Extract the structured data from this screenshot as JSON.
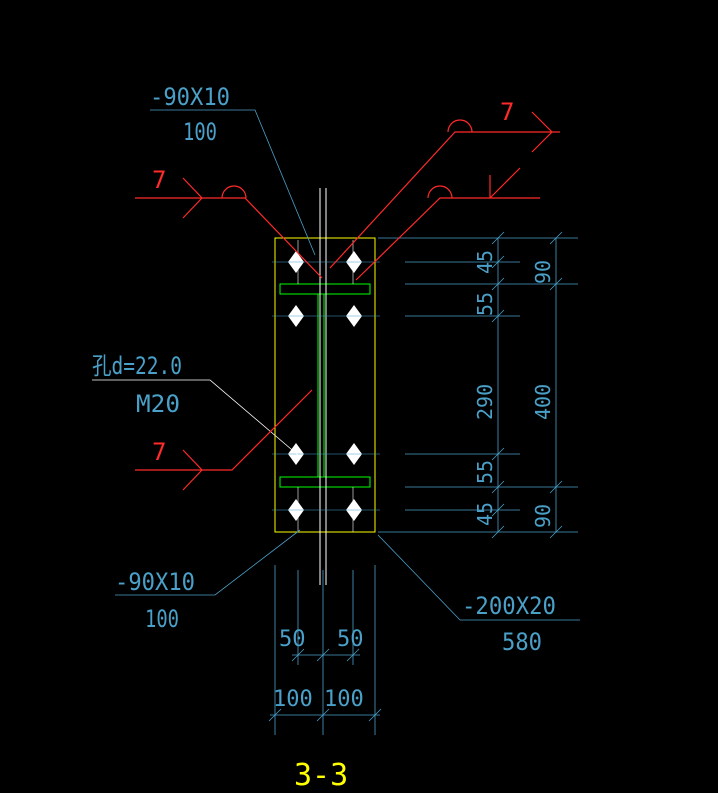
{
  "title": "3-3",
  "labels": {
    "plate_top_left_size": "-90X10",
    "plate_top_left_len": "100",
    "plate_bottom_left_size": "-90X10",
    "plate_bottom_left_len": "100",
    "plate_main_size": "-200X20",
    "plate_main_len": "580",
    "hole_spec": "孔d=22.0",
    "bolt_spec": "M20"
  },
  "weld_marks": {
    "left_top": "7",
    "left_mid": "7",
    "right_top": "7"
  },
  "dimensions": {
    "right_inner": [
      "45",
      "55",
      "290",
      "55",
      "45"
    ],
    "right_outer": [
      "90",
      "400",
      "90"
    ],
    "bottom_inner": [
      "50",
      "50"
    ],
    "bottom_outer": [
      "100",
      "100"
    ]
  },
  "colors": {
    "dimension": "#4aa0c8",
    "weld": "#ff2a2a",
    "plate_outline": "#ffff00",
    "flange": "#00ff00",
    "centerline": "#ffffff"
  }
}
